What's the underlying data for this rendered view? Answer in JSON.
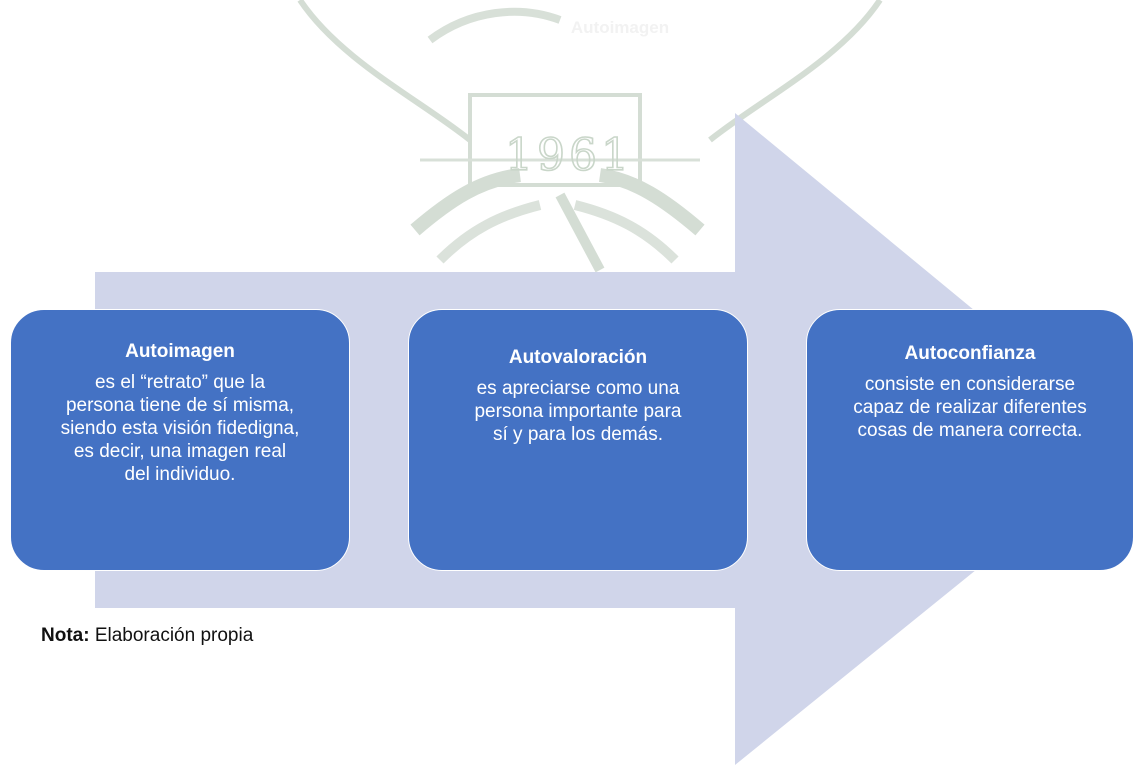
{
  "ghost_title": "Autoimagen",
  "watermark": {
    "year": "1961",
    "icon": "university-seal-icon"
  },
  "colors": {
    "box_fill": "#4472c4",
    "arrow_fill": "#d0d5ea",
    "box_text": "#ffffff",
    "watermark": "#c9d6c9"
  },
  "steps": [
    {
      "title": "Autoimagen",
      "body": "es el “retrato” que la persona tiene de sí misma, siendo esta visión fidedigna, es decir, una imagen real del individuo."
    },
    {
      "title": "Autovaloración",
      "body": "es apreciarse como una persona importante para sí y para los demás."
    },
    {
      "title": "Autoconfianza",
      "body": "consiste en considerarse capaz de realizar diferentes cosas de manera correcta."
    }
  ],
  "note": {
    "label": "Nota:",
    "text": " Elaboración propia"
  }
}
